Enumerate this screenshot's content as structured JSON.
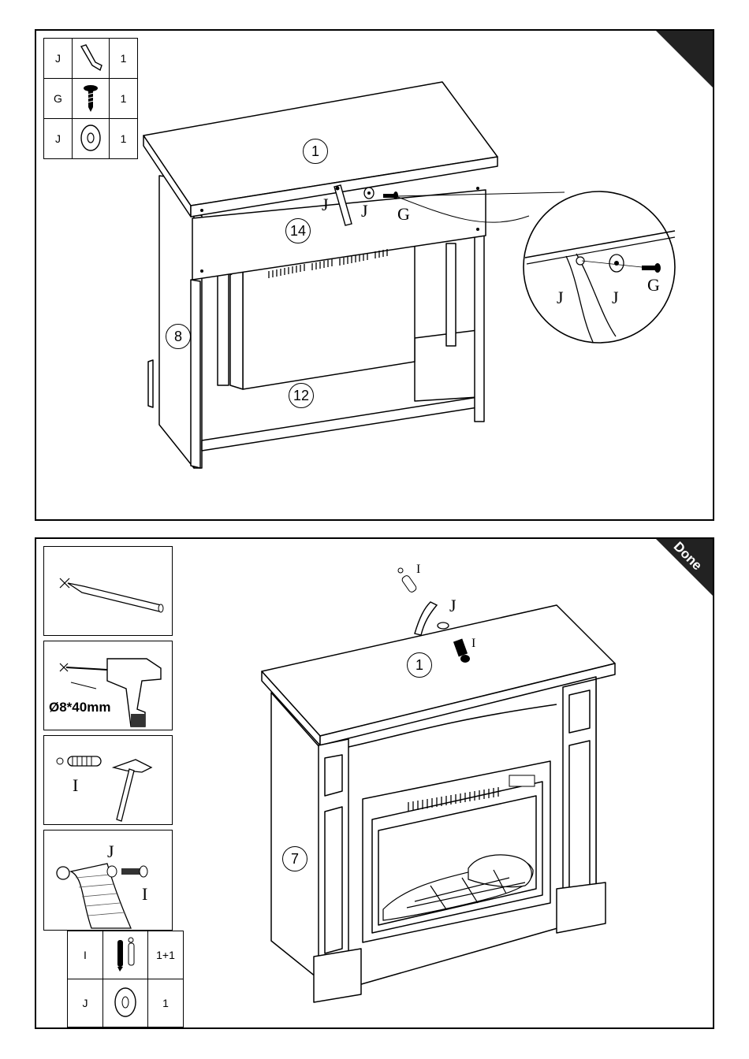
{
  "top_panel": {
    "parts": [
      {
        "letter": "J",
        "icon": "bracket-icon",
        "qty": "1"
      },
      {
        "letter": "G",
        "icon": "screw-icon",
        "qty": "1"
      },
      {
        "letter": "J",
        "icon": "washer-icon",
        "qty": "1"
      }
    ],
    "labels": {
      "top": "1",
      "apron": "14",
      "side": "8",
      "insert": "12"
    },
    "callouts": {
      "bracket": "J",
      "washer": "J",
      "screw": "G"
    },
    "detail_callouts": {
      "bracket": "J",
      "washer": "J",
      "screw": "G"
    }
  },
  "bottom_panel": {
    "corner_label": "Done",
    "drill_size": "Ø8*40mm",
    "anchor_label": "I",
    "wall_labels": {
      "washer": "J",
      "screw": "I"
    },
    "parts": [
      {
        "letter": "I",
        "icon": "anchor-screw-icon",
        "qty": "1+1"
      },
      {
        "letter": "J",
        "icon": "washer-icon",
        "qty": "1"
      }
    ],
    "labels": {
      "top": "1",
      "side": "7"
    },
    "callouts": {
      "anchor": "I",
      "bracket": "J",
      "screw": "I"
    }
  }
}
